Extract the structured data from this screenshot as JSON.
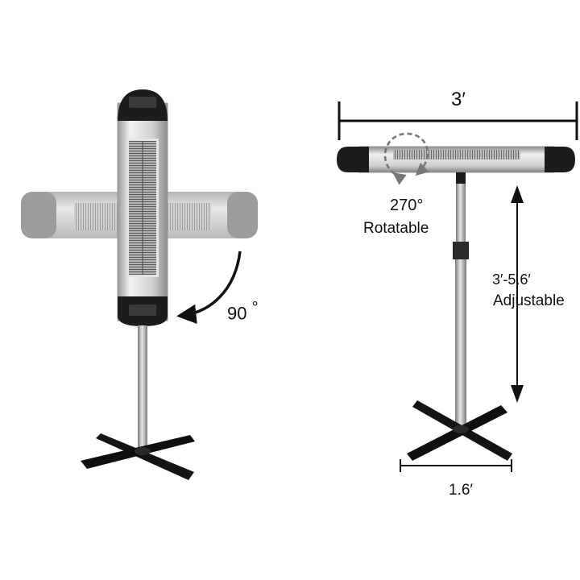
{
  "colors": {
    "cap": "#1c1c1c",
    "body": "#dadada",
    "pole": "#a8a8a8",
    "base": "#111111",
    "ghost": "#8c8c8c"
  },
  "labels": {
    "rotate_angle": "90",
    "degree_symbol": "°",
    "width_top": "3′",
    "swivel_angle": "270°",
    "swivel_text": "Rotatable",
    "height_range": "3′-5.6′",
    "height_text": "Adjustable",
    "base_width": "1.6′"
  }
}
